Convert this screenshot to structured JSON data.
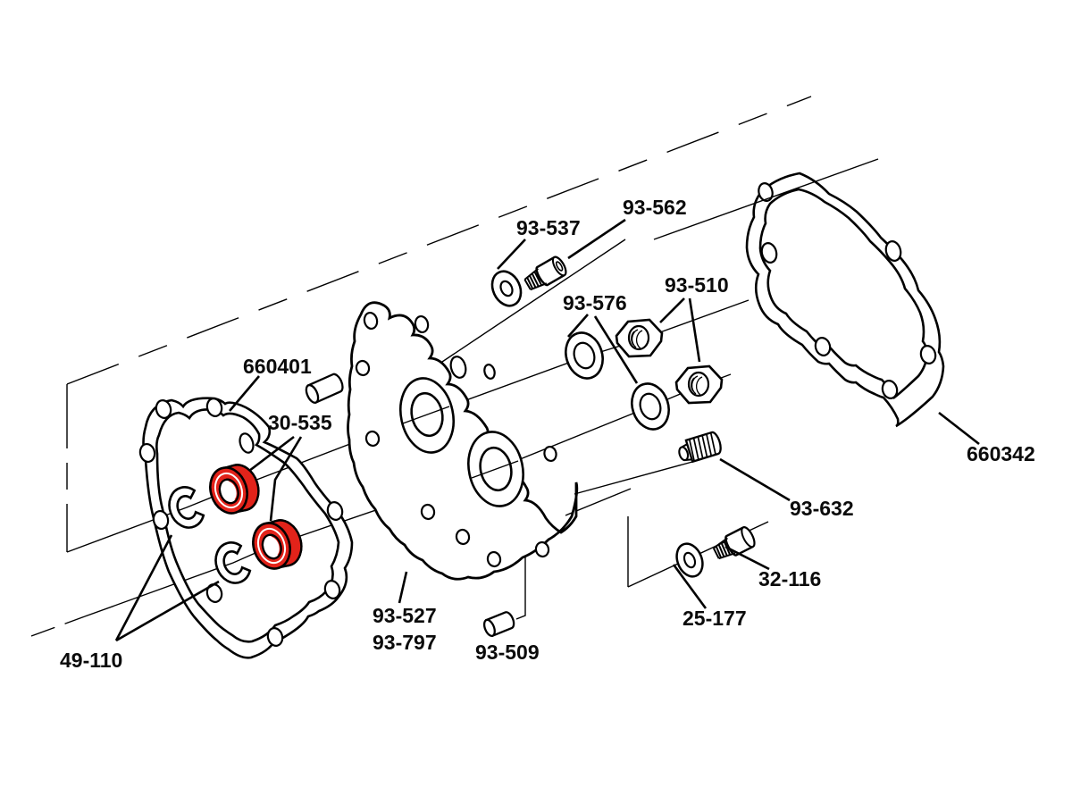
{
  "diagram": {
    "title": "transmission-side-cover-exploded-parts-diagram",
    "background_color": "#ffffff",
    "line_color": "#000000",
    "highlight_color": "#e2231a",
    "labels": {
      "p93_537": "93-537",
      "p93_562": "93-562",
      "p93_576": "93-576",
      "p93_510": "93-510",
      "p660401": "660401",
      "p30_535": "30-535",
      "p660342": "660342",
      "p93_632": "93-632",
      "p32_116": "32-116",
      "p25_177": "25-177",
      "p93_527": "93-527",
      "p93_797": "93-797",
      "p93_509": "93-509",
      "p49_110": "49-110"
    }
  }
}
